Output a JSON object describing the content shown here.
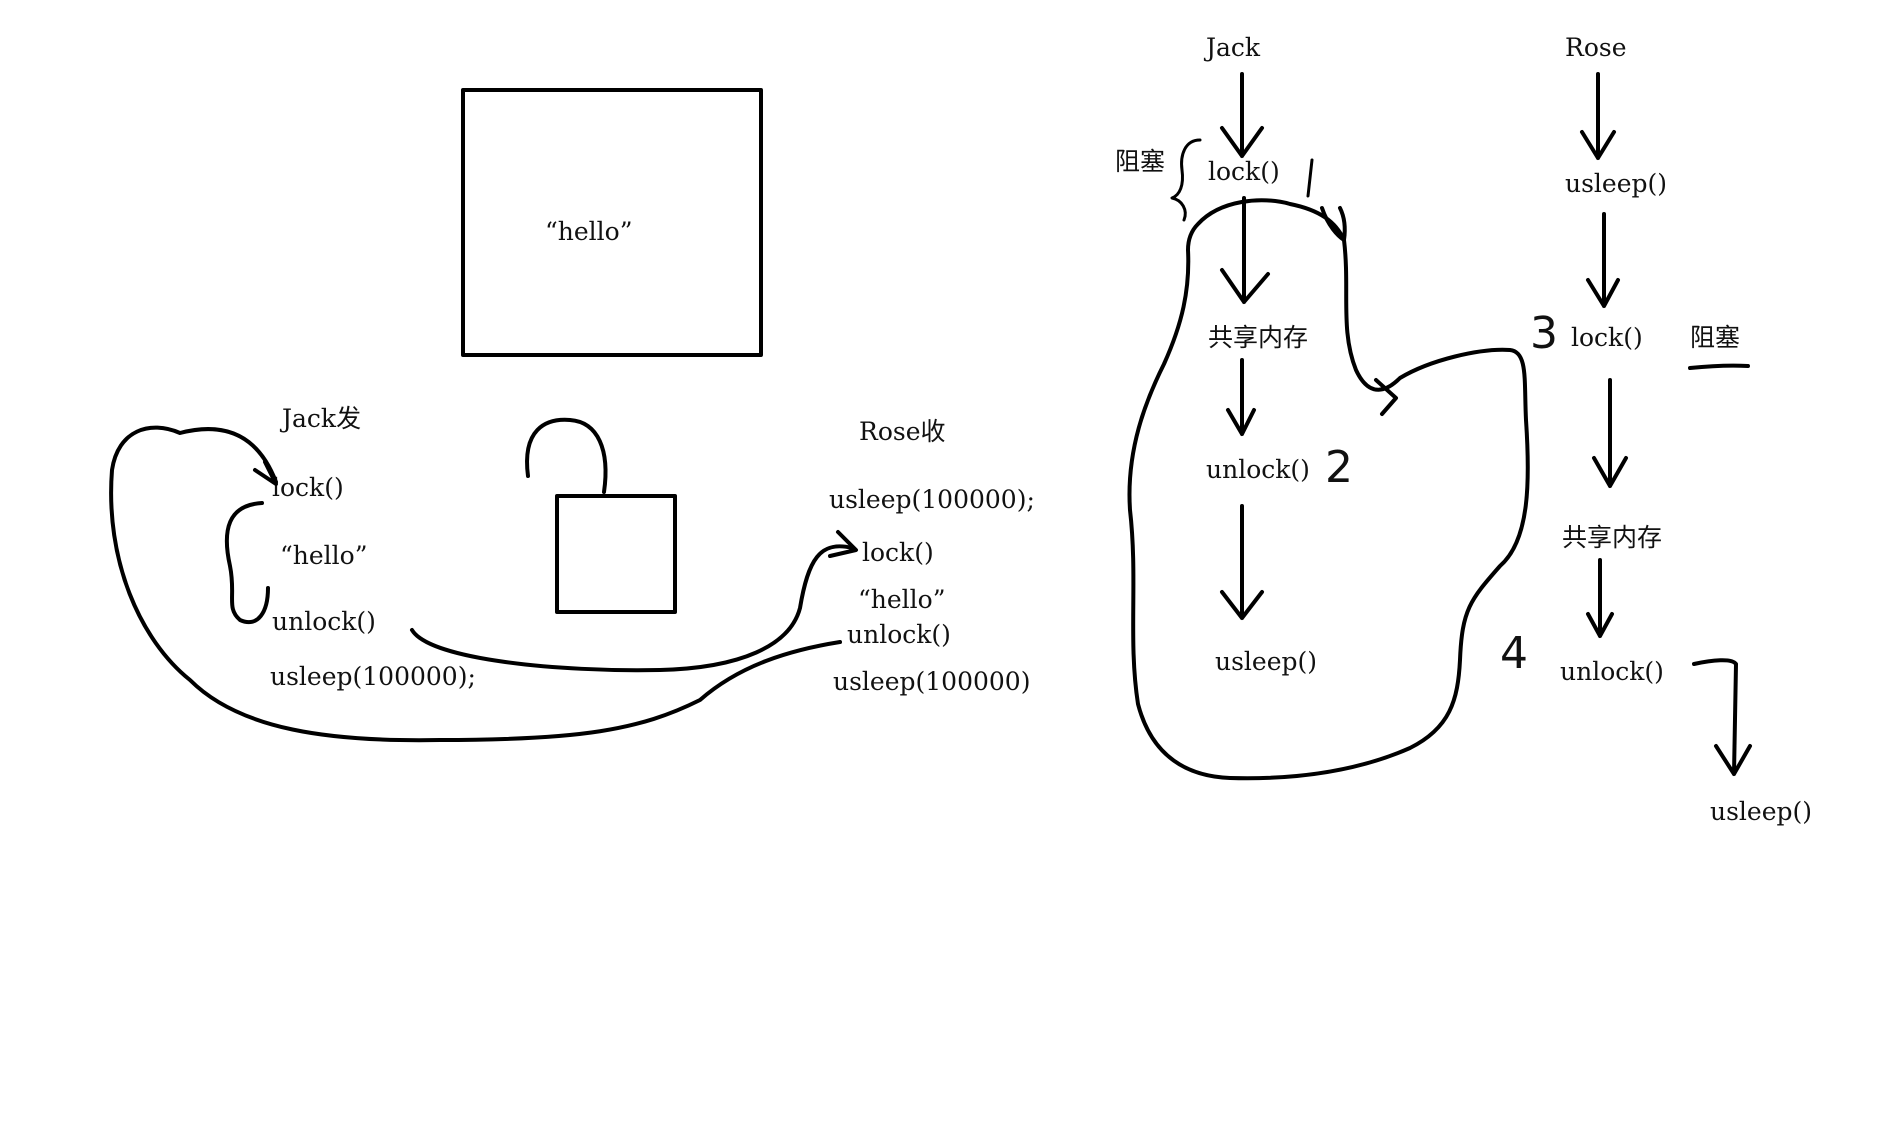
{
  "left": {
    "box_text": "“hello”",
    "jack_title": "Jack发",
    "rose_title": "Rose收",
    "jack_steps": [
      "lock()",
      "“hello”",
      "unlock()",
      "usleep(100000);"
    ],
    "rose_steps": [
      "usleep(100000);",
      "lock()",
      "“hello”",
      "unlock()",
      "usleep(100000)"
    ]
  },
  "right": {
    "jack_title": "Jack",
    "rose_title": "Rose",
    "blocked_label_jack": "阻塞",
    "blocked_label_rose": "阻塞",
    "jack_steps": [
      "lock()",
      "共享内存",
      "unlock()",
      "usleep()"
    ],
    "rose_steps": [
      "usleep()",
      "lock()",
      "共享内存",
      "unlock()",
      "usleep()"
    ],
    "step_numbers": [
      "2",
      "3",
      "4"
    ]
  }
}
